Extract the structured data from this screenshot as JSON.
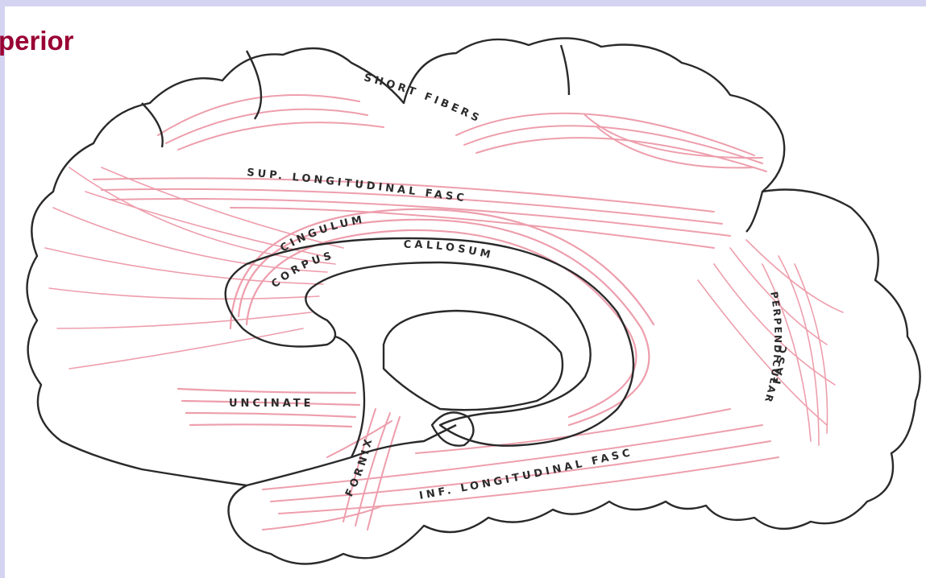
{
  "heading": "perior",
  "labels": {
    "short_fibers": "SHORT FIBERS",
    "sup_longitudinal": "SUP. LONGITUDINAL FASC",
    "cingulum": "CINGULUM",
    "corpus": "CORPUS",
    "callosum": "CALLOSUM",
    "uncinate": "UNCINATE",
    "fornix": "FORNIX",
    "inf_longitudinal": "INF. LONGITUDINAL FASC",
    "perpendicular": "PERPENDICULAR",
    "perpendicular_fasc": "FASC"
  },
  "colors": {
    "fiber": "#e0506a",
    "outline": "#2a2a2a",
    "heading": "#990033",
    "frame": "#d4d4f2"
  }
}
